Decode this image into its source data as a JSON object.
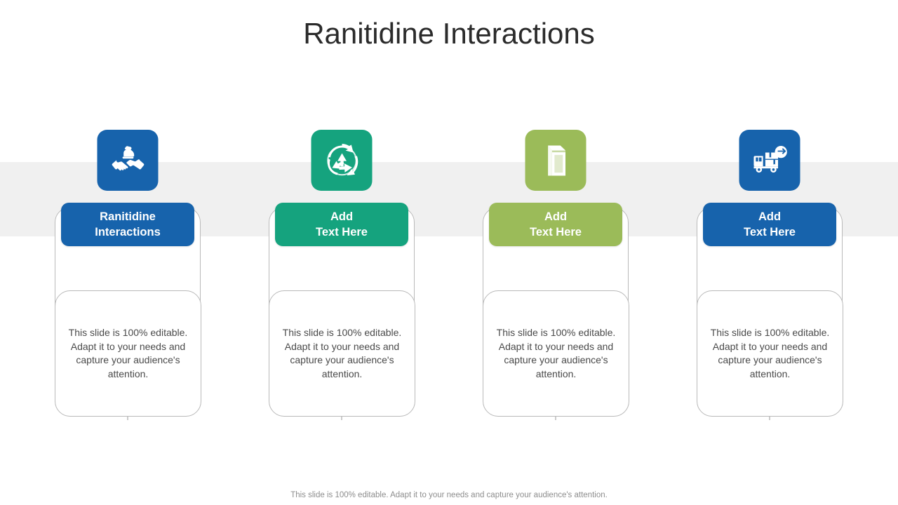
{
  "slide": {
    "title": "Ranitidine Interactions",
    "footer_note": "This slide is 100% editable. Adapt it to your needs and capture your audience's attention.",
    "band_color": "#f0f0f0",
    "description_default": "This slide is 100% editable. Adapt it to your needs and capture your audience's attention."
  },
  "columns": [
    {
      "icon_name": "handshake-chess-knight-icon",
      "icon_color": "#1763ac",
      "pill_color": "#1763ac",
      "label_line1": "Ranitidine",
      "label_line2": "Interactions",
      "description": "This slide is 100% editable. Adapt it to your needs and capture your audience's attention."
    },
    {
      "icon_name": "recycle-icon",
      "icon_color": "#15a37e",
      "pill_color": "#15a37e",
      "label_line1": "Add",
      "label_line2": "Text Here",
      "description": "This slide is 100% editable. Adapt it to your needs and capture your audience's attention."
    },
    {
      "icon_name": "milk-carton-icon",
      "icon_color": "#9bbb59",
      "pill_color": "#9bbb59",
      "label_line1": "Add",
      "label_line2": "Text Here",
      "description": "This slide is 100% editable. Adapt it to your needs and capture your audience's attention."
    },
    {
      "icon_name": "delivery-truck-exchange-icon",
      "icon_color": "#1763ac",
      "pill_color": "#1763ac",
      "label_line1": "Add",
      "label_line2": "Text Here",
      "description": "This slide is 100% editable. Adapt it to your needs and capture your audience's attention."
    }
  ]
}
